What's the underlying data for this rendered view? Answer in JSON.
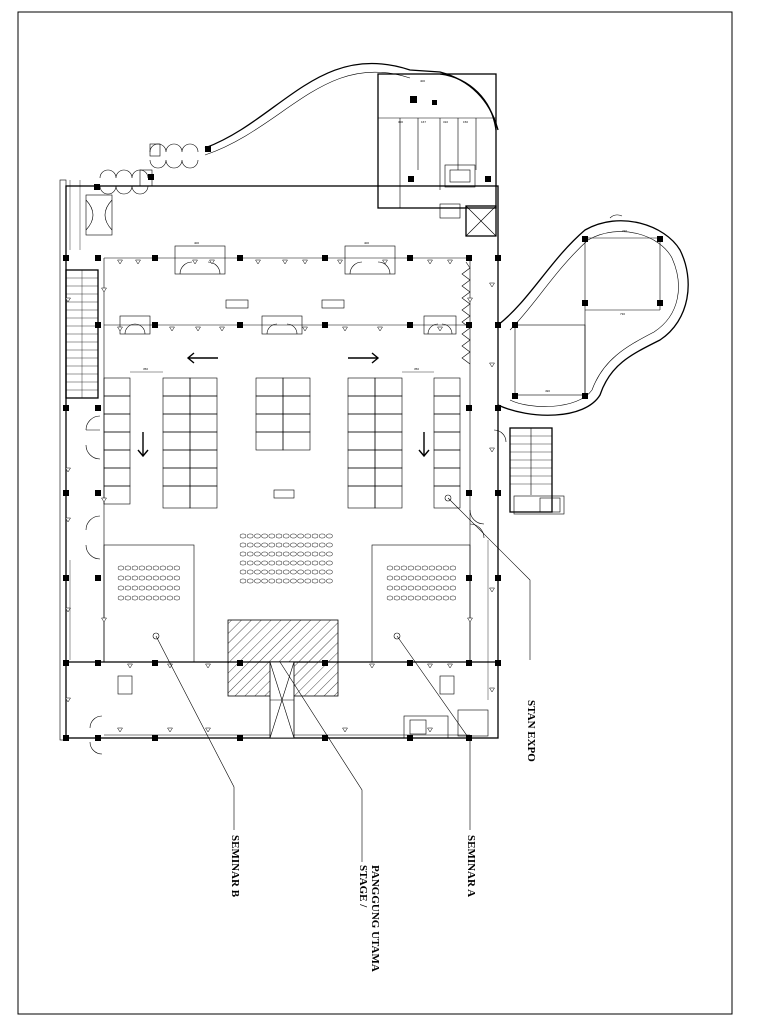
{
  "labels": {
    "stan_expo": "STAN EXPO",
    "seminar_b": "SEMINAR B",
    "stage_line1": "STAGE /",
    "stage_line2": "PANGGUNG UTAMA",
    "seminar_a": "SEMINAR A"
  },
  "colors": {
    "line": "#000000",
    "background": "#ffffff"
  }
}
